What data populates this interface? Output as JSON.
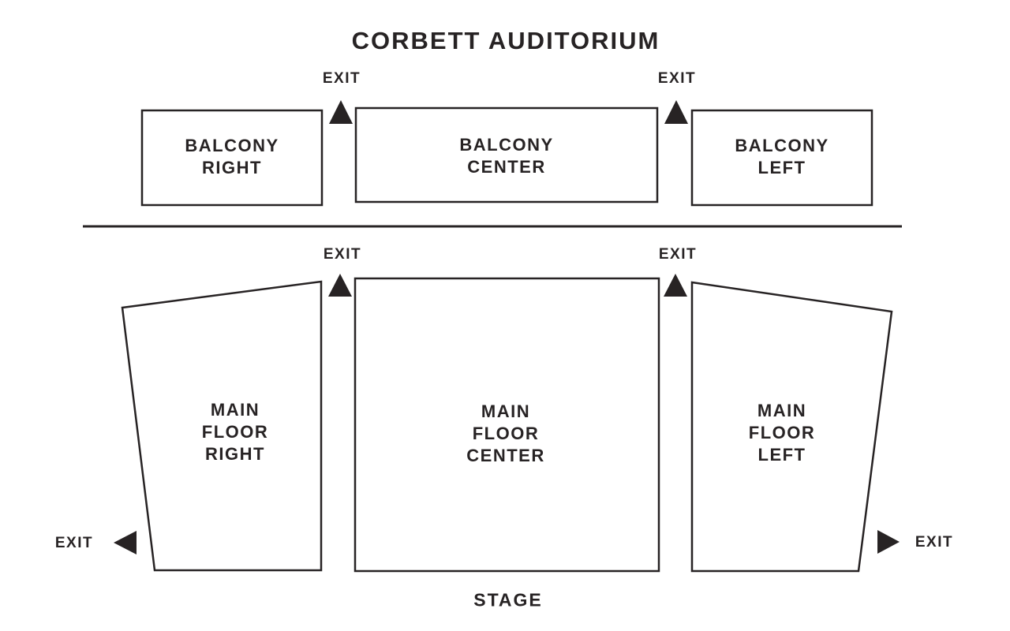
{
  "title": "CORBETT AUDITORIUM",
  "labels": {
    "exit": "EXIT",
    "stage": "STAGE"
  },
  "colors": {
    "ink": "#272324",
    "background": "#ffffff"
  },
  "icons": {
    "exit_up": "triangle-up",
    "exit_left": "triangle-left",
    "exit_right": "triangle-right"
  },
  "sections": {
    "balcony_right": {
      "lines": [
        "BALCONY",
        "RIGHT"
      ]
    },
    "balcony_center": {
      "lines": [
        "BALCONY",
        "CENTER"
      ]
    },
    "balcony_left": {
      "lines": [
        "BALCONY",
        "LEFT"
      ]
    },
    "main_floor_right": {
      "lines": [
        "MAIN",
        "FLOOR",
        "RIGHT"
      ]
    },
    "main_floor_center": {
      "lines": [
        "MAIN",
        "FLOOR",
        "CENTER"
      ]
    },
    "main_floor_left": {
      "lines": [
        "MAIN",
        "FLOOR",
        "LEFT"
      ]
    }
  }
}
